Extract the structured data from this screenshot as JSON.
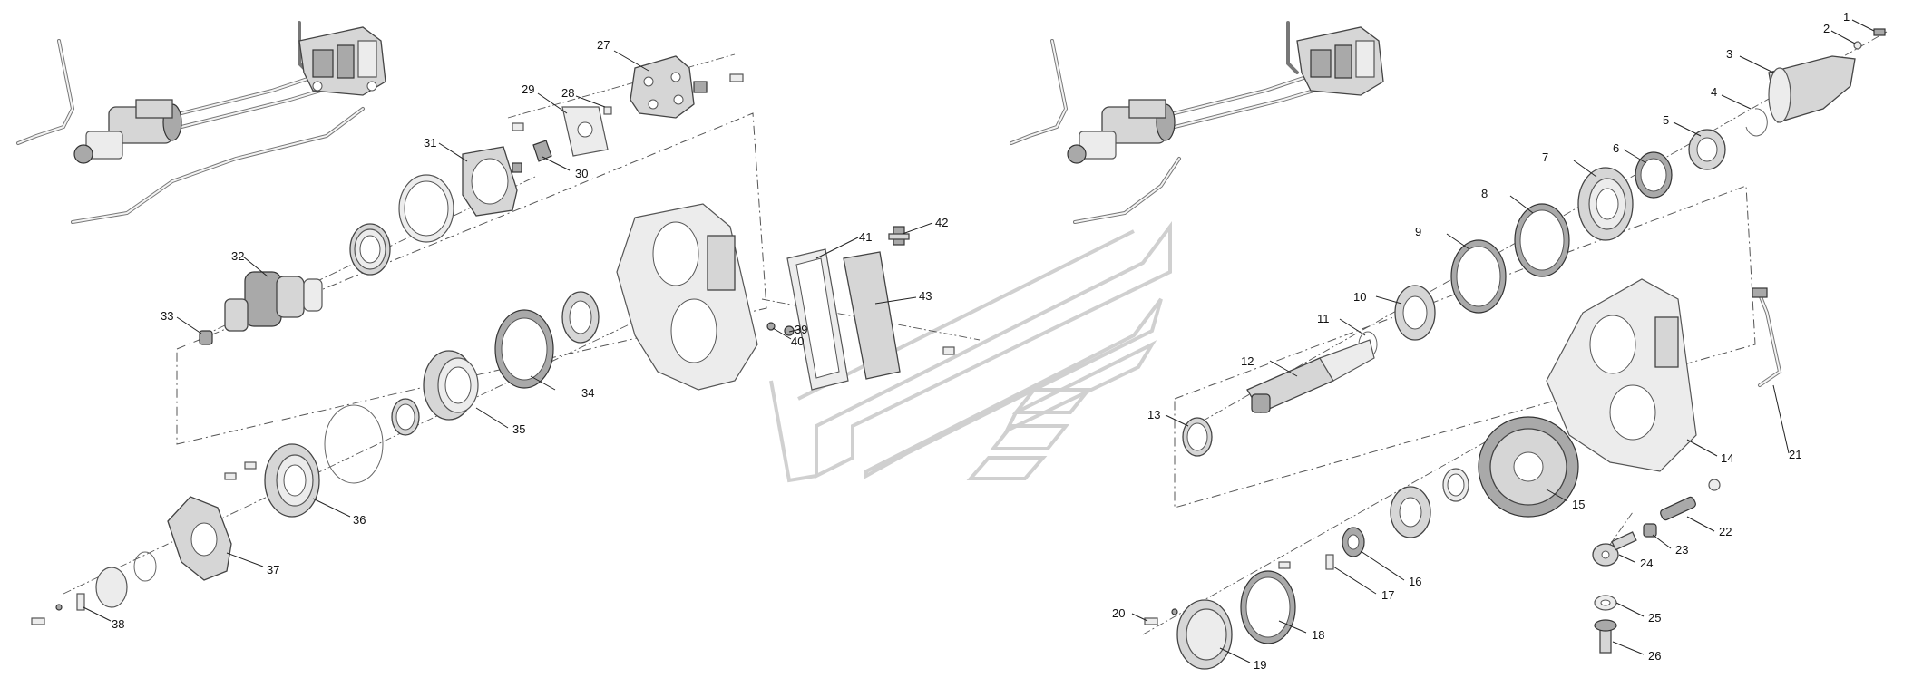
{
  "callouts": {
    "1": "1",
    "2": "2",
    "3": "3",
    "4": "4",
    "5": "5",
    "6": "6",
    "7": "7",
    "8": "8",
    "9": "9",
    "10": "10",
    "11": "11",
    "12": "12",
    "13": "13",
    "14": "14",
    "15": "15",
    "16": "16",
    "17": "17",
    "18": "18",
    "19": "19",
    "20": "20",
    "21": "21",
    "22": "22",
    "23": "23",
    "24": "24",
    "25": "25",
    "26": "26",
    "27": "27",
    "28": "28",
    "29": "29",
    "30": "30",
    "31": "31",
    "32": "32",
    "33": "33",
    "34": "34",
    "35": "35",
    "36": "36",
    "37": "37",
    "38": "38",
    "39": "39",
    "40": "40",
    "41": "41",
    "42": "42",
    "43": "43"
  },
  "icons": {
    "left_vehicle": "vehicle-chassis-icon",
    "right_vehicle": "vehicle-chassis-icon",
    "watermark": "brand-logo-watermark"
  }
}
